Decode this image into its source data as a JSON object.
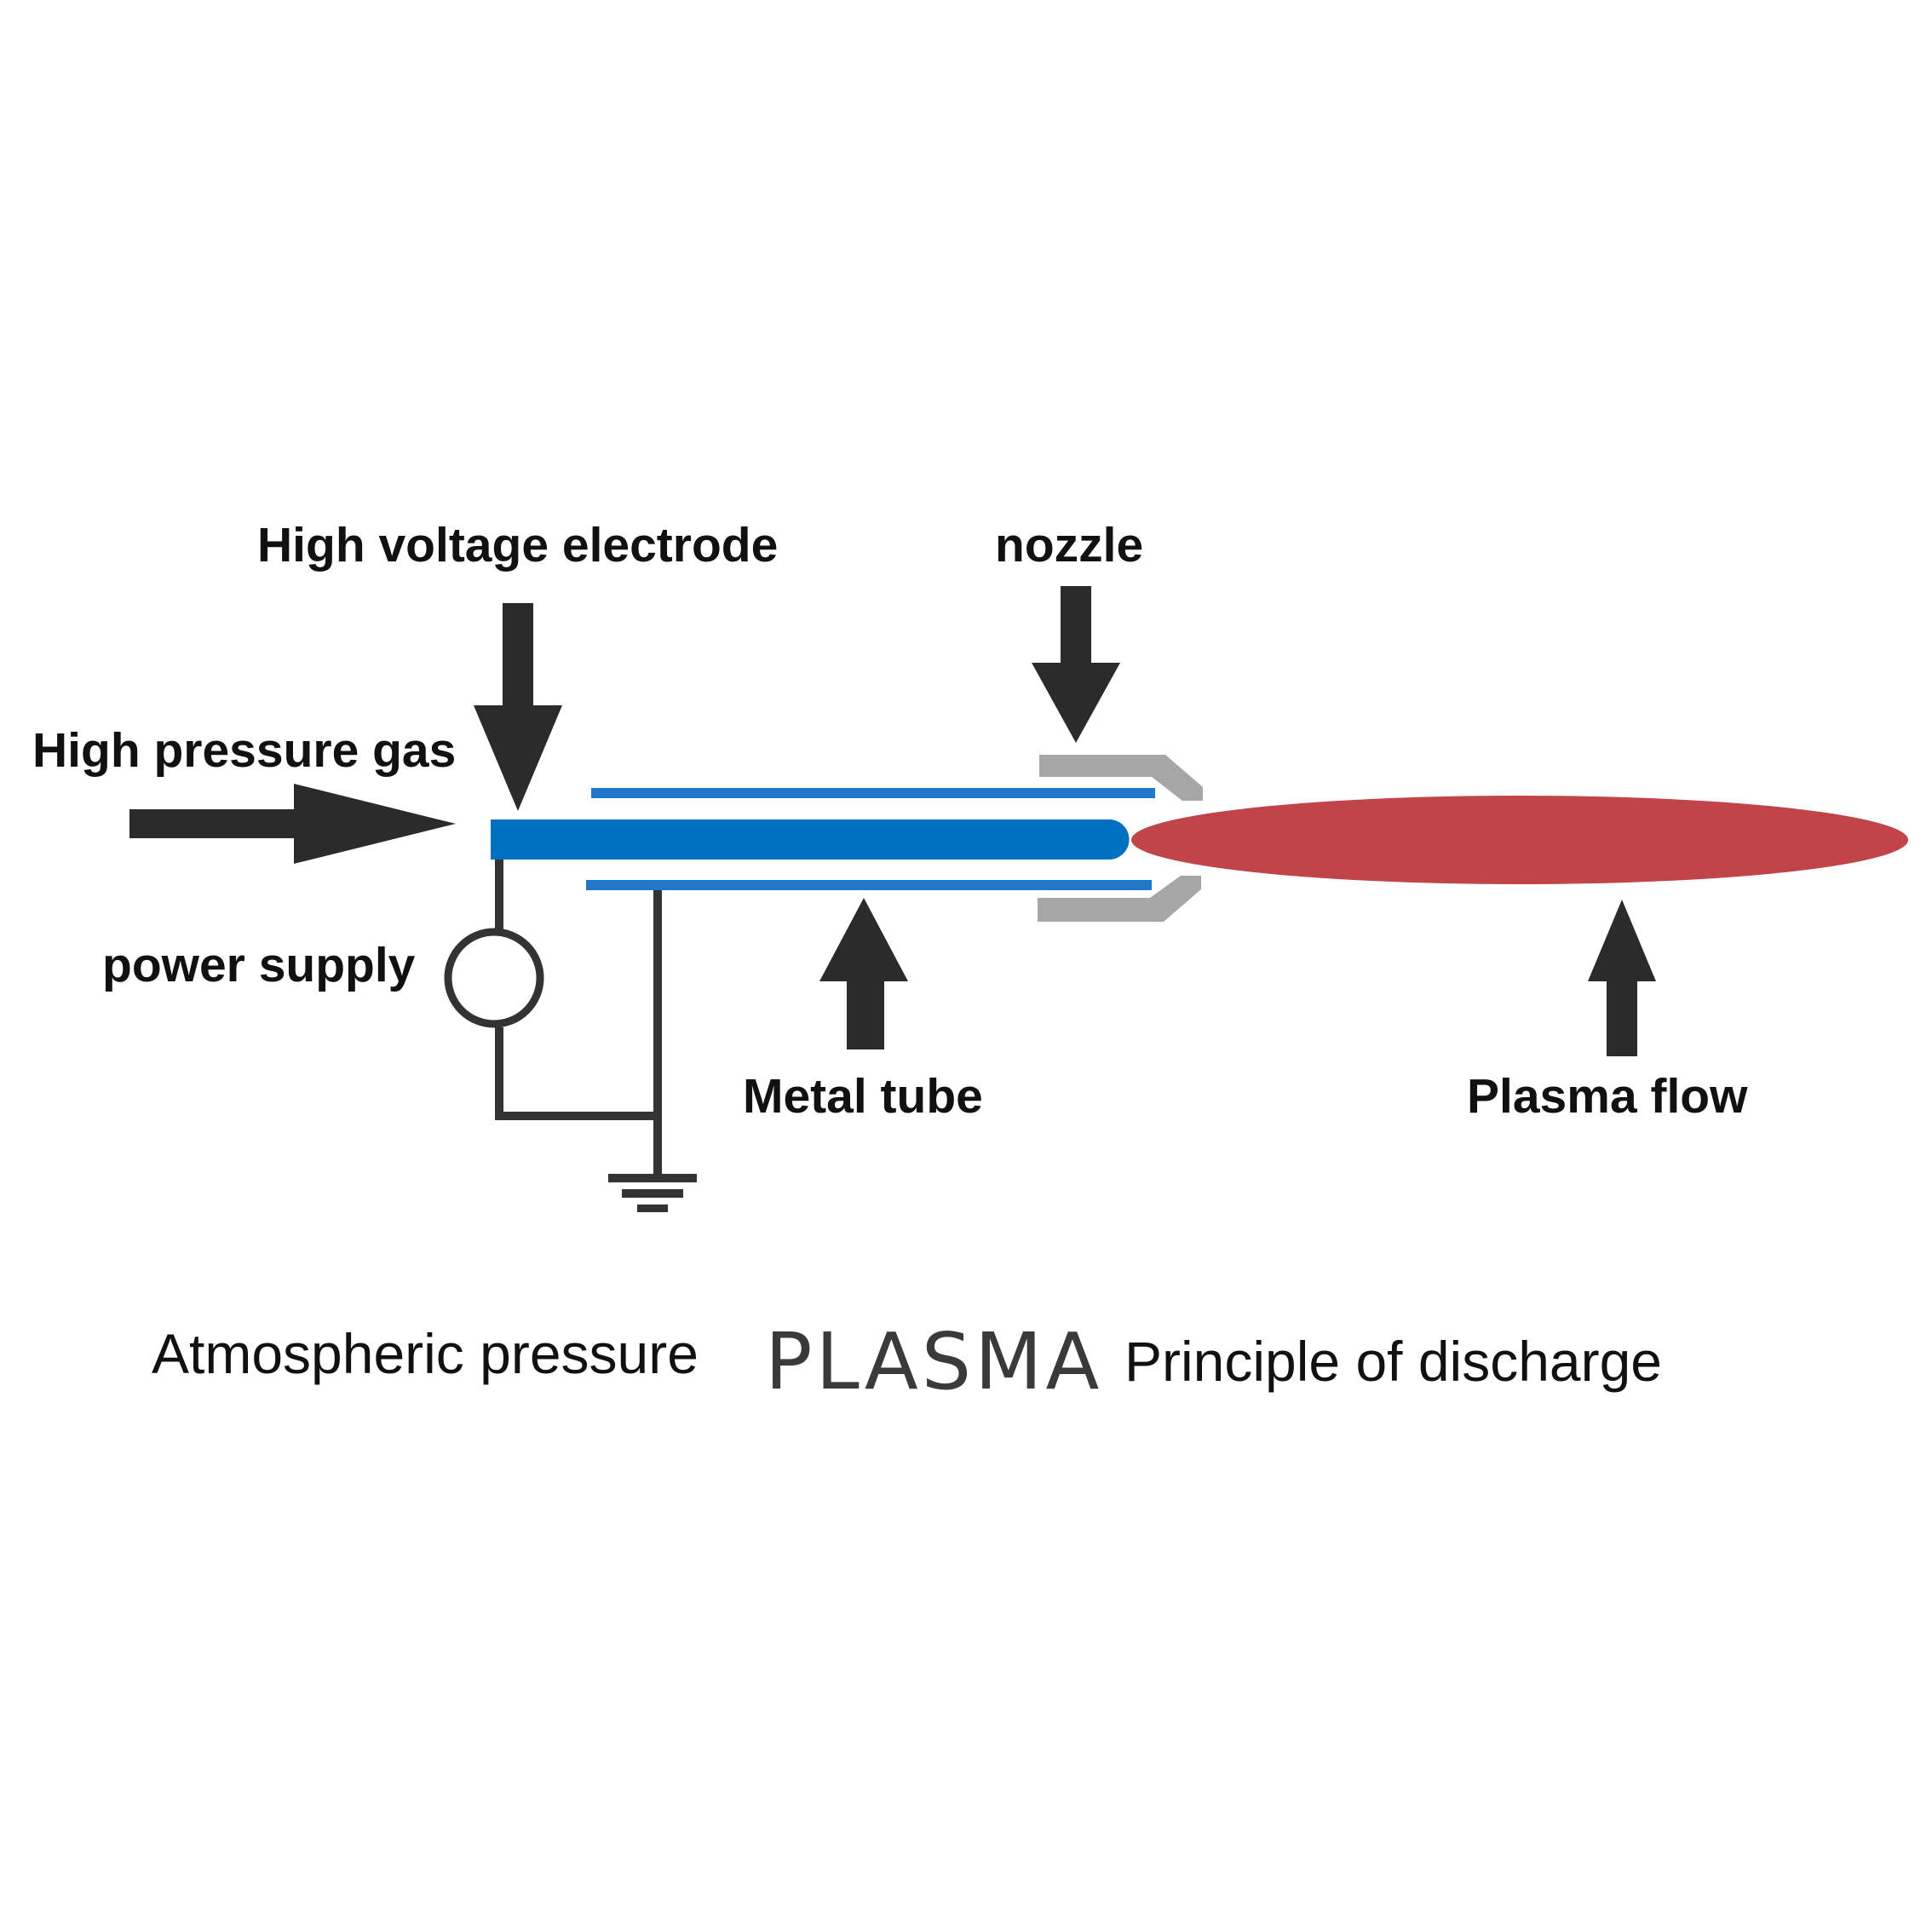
{
  "labels": {
    "high_voltage_electrode": "High voltage electrode",
    "nozzle": "nozzle",
    "high_pressure_gas": "High pressure gas",
    "power_supply": "power supply",
    "metal_tube": "Metal tube",
    "plasma_flow": "Plasma flow"
  },
  "caption": {
    "prefix": "Atmospheric pressure",
    "brand": "PLASMA",
    "suffix": "Principle of discharge"
  },
  "colors": {
    "arrow": "#2b2b2b",
    "electrode": "#0070c0",
    "metal_tube": "#1f78c8",
    "nozzle": "#a6a6a6",
    "plasma": "#c0444a",
    "wire": "#333333"
  }
}
